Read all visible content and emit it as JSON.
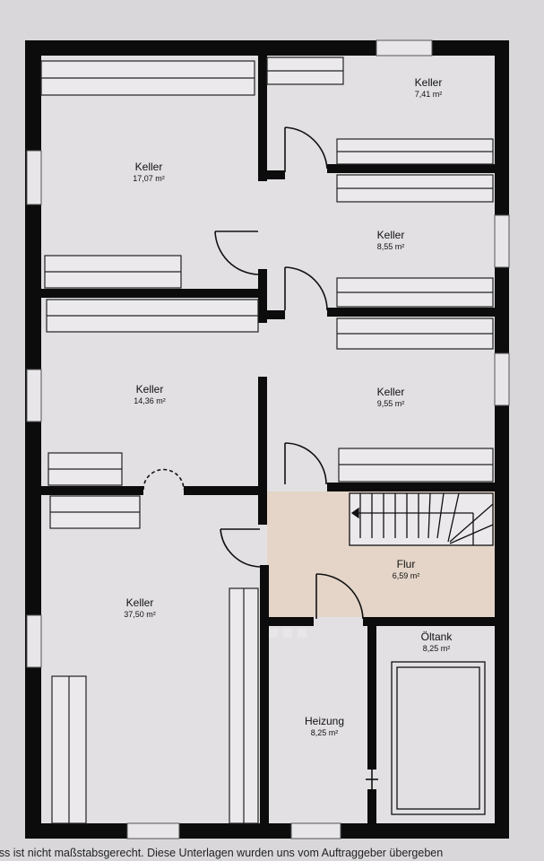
{
  "rooms": [
    {
      "name": "Keller",
      "area": "7,41 m²"
    },
    {
      "name": "Keller",
      "area": "17,07 m²"
    },
    {
      "name": "Keller",
      "area": "8,55 m²"
    },
    {
      "name": "Keller",
      "area": "14,36 m²"
    },
    {
      "name": "Keller",
      "area": "9,55 m²"
    },
    {
      "name": "Keller",
      "area": "37,50 m²"
    },
    {
      "name": "Flur",
      "area": "6,59 m²"
    },
    {
      "name": "Öltank",
      "area": "8,25 m²"
    },
    {
      "name": "Heizung",
      "area": "8,25 m²"
    }
  ],
  "caption": "iss ist nicht maßstabsgerecht. Diese Unterlagen wurden uns vom Auftraggeber übergeben",
  "colors": {
    "wall": "#0c0c0c",
    "room": "#e2e0e3",
    "hall": "#e4d5c8",
    "paper": "#d9d7da"
  }
}
